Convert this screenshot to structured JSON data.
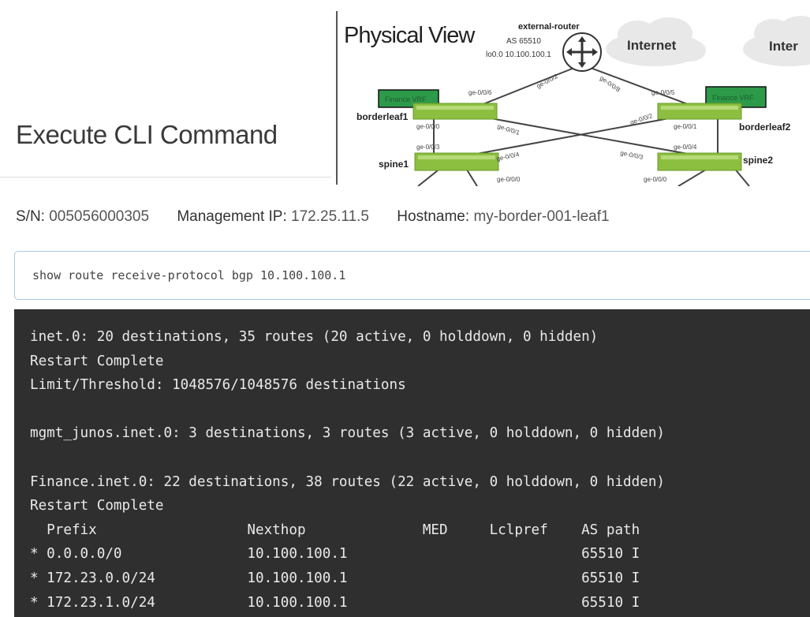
{
  "page": {
    "title": "Execute CLI Command"
  },
  "diagram": {
    "title": "Physical View",
    "router": {
      "name": "external-router",
      "as": "AS 65510",
      "loopback": "lo0.0 10.100.100.1"
    },
    "clouds": [
      "Internet",
      "Inter"
    ],
    "vrf_labels": [
      "Finance VRF",
      "Finance VRF"
    ],
    "nodes": [
      "borderleaf1",
      "borderleaf2",
      "spine1",
      "spine2"
    ],
    "ports": [
      "ge-0/0/6",
      "ge-0/0/2",
      "ge-0/0/8",
      "ge-0/0/5",
      "ge-0/0/0",
      "ge-0/0/1",
      "ge-0/0/3",
      "ge-0/0/4",
      "ge-0/0/2",
      "ge-0/0/1",
      "ge-0/0/4",
      "ge-0/0/3",
      "ge-0/0/0",
      "ge-0/0/0"
    ]
  },
  "device_info": {
    "sn_label": "S/N:",
    "sn_value": "005056000305",
    "mgmt_label": "Management IP:",
    "mgmt_value": "172.25.11.5",
    "hostname_label": "Hostname:",
    "hostname_value": "my-border-001-leaf1"
  },
  "cli": {
    "command": "show route receive-protocol bgp 10.100.100.1"
  },
  "output": {
    "lines": [
      "inet.0: 20 destinations, 35 routes (20 active, 0 holddown, 0 hidden)",
      "Restart Complete",
      "Limit/Threshold: 1048576/1048576 destinations",
      "",
      "mgmt_junos.inet.0: 3 destinations, 3 routes (3 active, 0 holddown, 0 hidden)",
      "",
      "Finance.inet.0: 22 destinations, 38 routes (22 active, 0 holddown, 0 hidden)",
      "Restart Complete",
      "  Prefix                  Nexthop              MED     Lclpref    AS path",
      "* 0.0.0.0/0               10.100.100.1                            65510 I",
      "* 172.23.0.0/24           10.100.100.1                            65510 I",
      "* 172.23.1.0/24           10.100.100.1                            65510 I"
    ]
  }
}
